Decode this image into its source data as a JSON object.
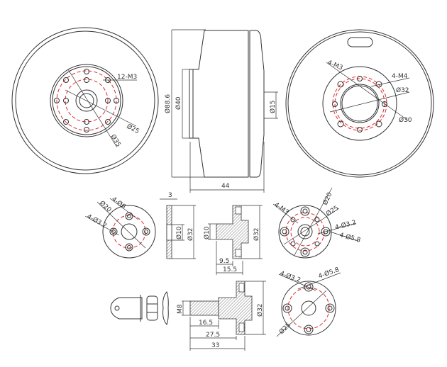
{
  "colors": {
    "line": "#333333",
    "center_line": "#e0282a",
    "background": "#ffffff"
  },
  "motor_front_view": {
    "holes": "12-M3",
    "inner_pcd": "Ø25",
    "outer_pcd": "Ø35"
  },
  "motor_side_view": {
    "diameter": "Ø88.6",
    "base_diameter": "Ø40",
    "shaft_diameter": "Ø15",
    "length": "44"
  },
  "motor_rear_view": {
    "holes_m3": "4-M3",
    "holes_m4": "4-M4",
    "pcd_32": "Ø32",
    "pcd_30": "Ø30"
  },
  "prop_flange_front": {
    "holes_6": "4-Ø6",
    "pcd": "Ø20",
    "holes_32": "4-Ø3.2"
  },
  "prop_flange_side": {
    "thickness": "3",
    "bore": "Ø10",
    "diameter": "Ø32"
  },
  "adapter_section": {
    "bore": "Ø10",
    "diameter": "Ø32",
    "len_a": "9.5",
    "len_b": "15.5"
  },
  "adapter_front": {
    "holes_m3": "4-M3",
    "pcd_20": "Ø20",
    "pcd_25": "Ø25",
    "holes_32": "4-Ø3.2",
    "holes_58": "4-Ø5.8"
  },
  "shaft_adapter": {
    "thread": "M8",
    "len_a": "16.5",
    "len_b": "27.5",
    "len_c": "33",
    "diameter": "Ø32"
  },
  "shaft_adapter_front": {
    "holes_32": "4-Ø3.2",
    "holes_58": "4-Ø5.8",
    "pcd": "Ø25"
  }
}
